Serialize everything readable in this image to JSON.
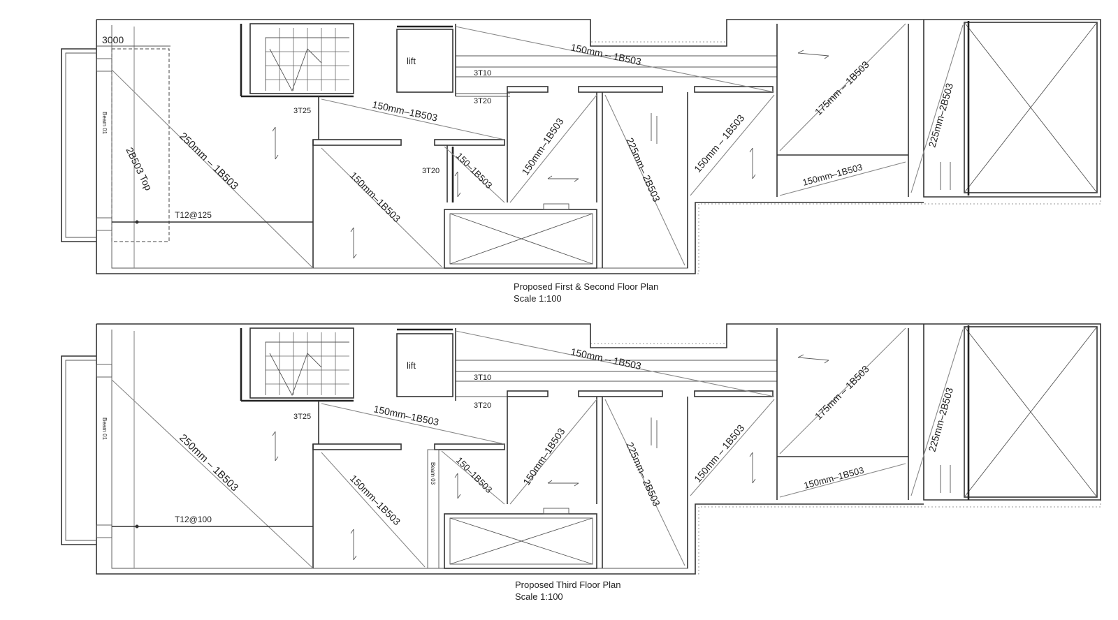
{
  "plans": [
    {
      "title": "Proposed First & Second Floor Plan",
      "scale": "Scale 1:100",
      "labels": {
        "dim": "3000",
        "lift": "lift",
        "bar1": "3T10",
        "bar2": "3T20",
        "bar3": "3T25",
        "bar4": "3T20",
        "beam": "Beam 01",
        "beam_top": "2B503 Top",
        "rebar": "T12@125",
        "s1": "250mm – 1B503",
        "s2": "150mm–1B503",
        "s3": "150mm – 1B503",
        "s4": "150mm–1B503",
        "s5": "150–1B503",
        "s6": "150mm–1B503",
        "s7": "225mm– 2B503",
        "s8": "150mm – 1B503",
        "s9": "175mm – 1B503",
        "s10": "150mm–1B503",
        "s11": "225mm–2B503"
      }
    },
    {
      "title": "Proposed Third Floor Plan",
      "scale": "Scale 1:100",
      "labels": {
        "lift": "lift",
        "bar1": "3T10",
        "bar2": "3T20",
        "bar3": "3T25",
        "beam": "Beam 01",
        "beam3": "Beam 03",
        "rebar": "T12@100",
        "s1": "250mm – 1B503",
        "s2": "150mm–1B503",
        "s3": "150mm – 1B503",
        "s4": "150mm–1B503",
        "s5": "150–1B503",
        "s6": "150mm–1B503",
        "s7": "225mm– 2B503",
        "s8": "150mm – 1B503",
        "s9": "175mm – 1B503",
        "s10": "150mm–1B503",
        "s11": "225mm–2B503"
      }
    }
  ]
}
